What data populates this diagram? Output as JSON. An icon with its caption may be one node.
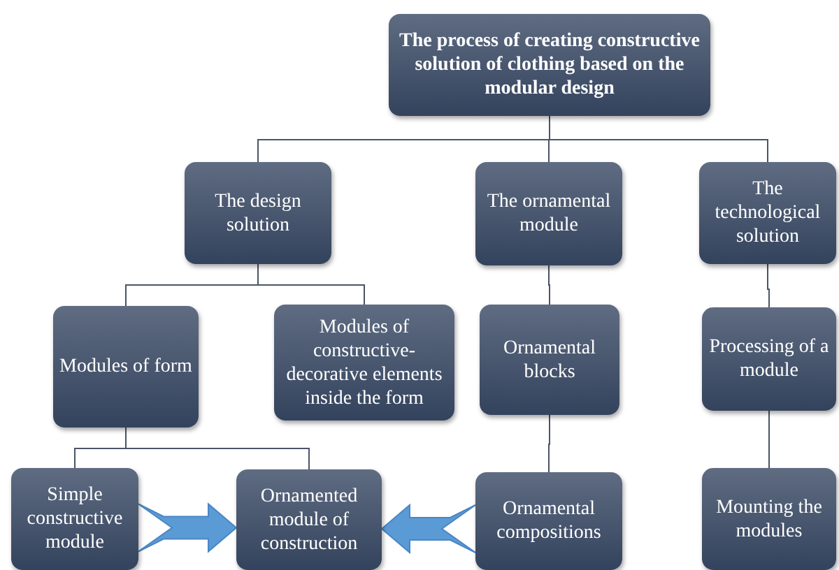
{
  "diagram": {
    "nodes": [
      {
        "text": [
          "The process of creating constructive solution of clothing based on the modular design"
        ]
      },
      {
        "text": [
          "The design solution"
        ]
      },
      {
        "text": [
          "The ornamental module"
        ]
      },
      {
        "text": [
          "The technological solution"
        ]
      },
      {
        "text": [
          "Modules of form"
        ]
      },
      {
        "text": [
          "Modules of constructive-decorative elements inside the form"
        ]
      },
      {
        "text": [
          "Ornamental blocks"
        ]
      },
      {
        "text": [
          "Processing of a module"
        ]
      },
      {
        "text": [
          "Simple constructive module"
        ]
      },
      {
        "text": [
          "Ornamented module of construction"
        ]
      },
      {
        "text": [
          "Ornamental compositions"
        ]
      },
      {
        "text": [
          "Mounting the modules"
        ]
      }
    ],
    "edges": [
      {
        "from": 0,
        "to": 1,
        "arrow": "none"
      },
      {
        "from": 0,
        "to": 2,
        "arrow": "none"
      },
      {
        "from": 0,
        "to": 3,
        "arrow": "none"
      },
      {
        "from": 1,
        "to": 4,
        "arrow": "none"
      },
      {
        "from": 1,
        "to": 5,
        "arrow": "none"
      },
      {
        "from": 2,
        "to": 6,
        "arrow": "none"
      },
      {
        "from": 3,
        "to": 7,
        "arrow": "none"
      },
      {
        "from": 4,
        "to": 8,
        "arrow": "none"
      },
      {
        "from": 4,
        "to": 9,
        "arrow": "none"
      },
      {
        "from": 6,
        "to": 10,
        "arrow": "none"
      },
      {
        "from": 7,
        "to": 11,
        "arrow": "none"
      },
      {
        "from": 8,
        "to": 9,
        "arrow": "to",
        "style": "thick",
        "color": "#5b9bd5"
      },
      {
        "from": 10,
        "to": 9,
        "arrow": "to",
        "style": "thick",
        "color": "#5b9bd5"
      }
    ]
  }
}
